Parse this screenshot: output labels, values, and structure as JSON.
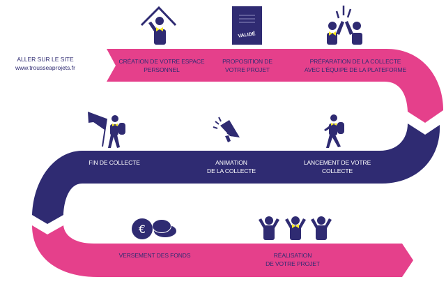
{
  "colors": {
    "pink": "#e5408b",
    "navy": "#2f2b72",
    "accent": "#f5e626"
  },
  "site": {
    "label": "ALLER SUR LE SITE",
    "url": "www.trousseaprojets.fr"
  },
  "document_icon_text": "VALIDÉ",
  "steps": [
    {
      "line1": "CRÉATION DE VOTRE ESPACE",
      "line2": "PERSONNEL",
      "icon": "person-house-icon"
    },
    {
      "line1": "PROPOSITION DE",
      "line2": "VOTRE PROJET",
      "icon": "validated-document-icon"
    },
    {
      "line1": "PRÉPARATION DE LA COLLECTE",
      "line2": "AVEC L'ÉQUIPE DE LA PLATEFORME",
      "icon": "high-five-icon"
    },
    {
      "line1": "LANCEMENT DE VOTRE",
      "line2": "COLLECTE",
      "icon": "hiker-icon"
    },
    {
      "line1": "ANIMATION",
      "line2": "DE LA COLLECTE",
      "icon": "megaphone-icon"
    },
    {
      "line1": "FIN DE COLLECTE",
      "line2": "",
      "icon": "flag-hiker-icon"
    },
    {
      "line1": "VERSEMENT DES FONDS",
      "line2": "",
      "icon": "euro-coins-icon"
    },
    {
      "line1": "RÉALISATION",
      "line2": "DE VOTRE PROJET",
      "icon": "cheering-people-icon"
    }
  ]
}
